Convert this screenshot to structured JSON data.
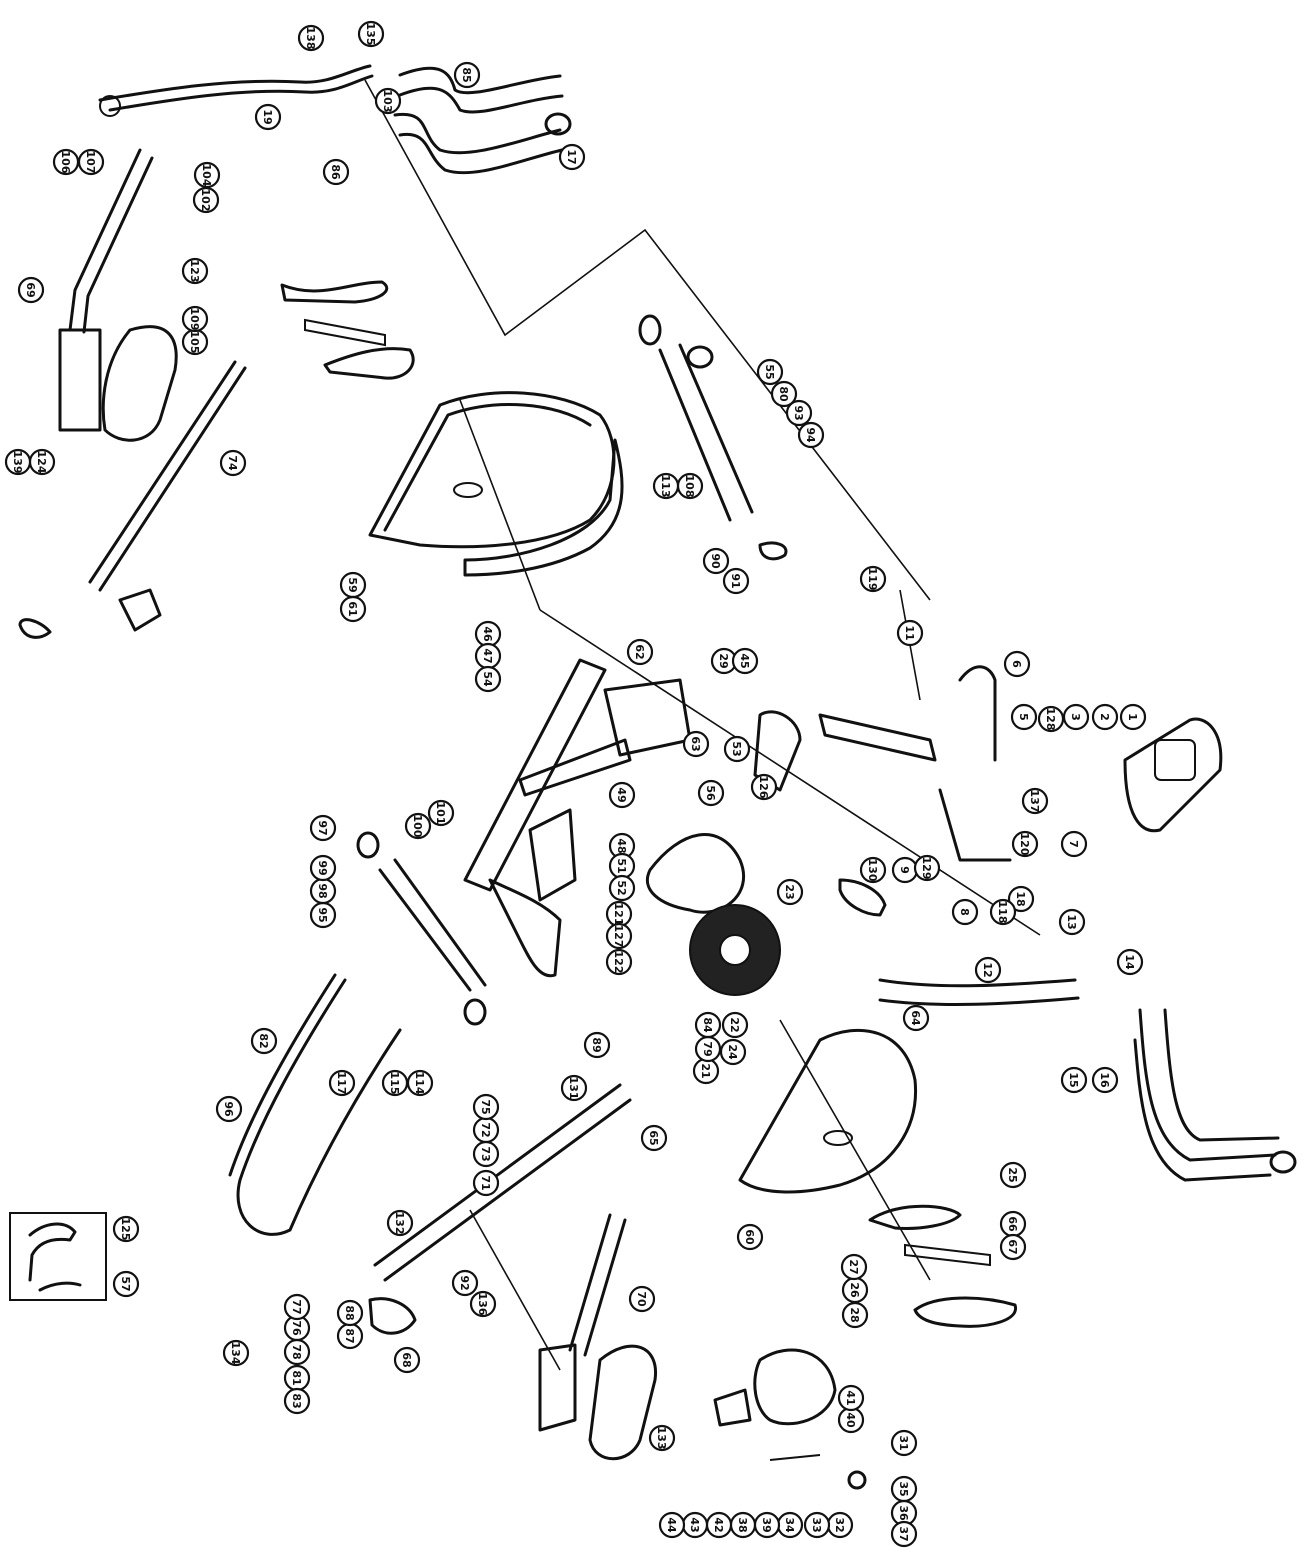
{
  "diagram": {
    "title": "",
    "callouts": [
      {
        "label": "1"
      },
      {
        "label": "2"
      },
      {
        "label": "3"
      },
      {
        "label": "5"
      },
      {
        "label": "6"
      },
      {
        "label": "7"
      },
      {
        "label": "8"
      },
      {
        "label": "9"
      },
      {
        "label": "11"
      },
      {
        "label": "12"
      },
      {
        "label": "13"
      },
      {
        "label": "14"
      },
      {
        "label": "15"
      },
      {
        "label": "16"
      },
      {
        "label": "17"
      },
      {
        "label": "18"
      },
      {
        "label": "19"
      },
      {
        "label": "21"
      },
      {
        "label": "22"
      },
      {
        "label": "23"
      },
      {
        "label": "24"
      },
      {
        "label": "25"
      },
      {
        "label": "26"
      },
      {
        "label": "27"
      },
      {
        "label": "28"
      },
      {
        "label": "29"
      },
      {
        "label": "31"
      },
      {
        "label": "32"
      },
      {
        "label": "33"
      },
      {
        "label": "34"
      },
      {
        "label": "35"
      },
      {
        "label": "36"
      },
      {
        "label": "37"
      },
      {
        "label": "38"
      },
      {
        "label": "39"
      },
      {
        "label": "40"
      },
      {
        "label": "41"
      },
      {
        "label": "42"
      },
      {
        "label": "43"
      },
      {
        "label": "44"
      },
      {
        "label": "45"
      },
      {
        "label": "46"
      },
      {
        "label": "47"
      },
      {
        "label": "48"
      },
      {
        "label": "49"
      },
      {
        "label": "51"
      },
      {
        "label": "52"
      },
      {
        "label": "53"
      },
      {
        "label": "54"
      },
      {
        "label": "55"
      },
      {
        "label": "56"
      },
      {
        "label": "57"
      },
      {
        "label": "59"
      },
      {
        "label": "60"
      },
      {
        "label": "61"
      },
      {
        "label": "62"
      },
      {
        "label": "63"
      },
      {
        "label": "64"
      },
      {
        "label": "65"
      },
      {
        "label": "66"
      },
      {
        "label": "67"
      },
      {
        "label": "68"
      },
      {
        "label": "69"
      },
      {
        "label": "70"
      },
      {
        "label": "71"
      },
      {
        "label": "72"
      },
      {
        "label": "73"
      },
      {
        "label": "74"
      },
      {
        "label": "75"
      },
      {
        "label": "76"
      },
      {
        "label": "77"
      },
      {
        "label": "78"
      },
      {
        "label": "79"
      },
      {
        "label": "80"
      },
      {
        "label": "81"
      },
      {
        "label": "82"
      },
      {
        "label": "83"
      },
      {
        "label": "84"
      },
      {
        "label": "85"
      },
      {
        "label": "86"
      },
      {
        "label": "87"
      },
      {
        "label": "88"
      },
      {
        "label": "89"
      },
      {
        "label": "90"
      },
      {
        "label": "91"
      },
      {
        "label": "92"
      },
      {
        "label": "93"
      },
      {
        "label": "94"
      },
      {
        "label": "95"
      },
      {
        "label": "96"
      },
      {
        "label": "97"
      },
      {
        "label": "98"
      },
      {
        "label": "99"
      },
      {
        "label": "100"
      },
      {
        "label": "101"
      },
      {
        "label": "102"
      },
      {
        "label": "103"
      },
      {
        "label": "104"
      },
      {
        "label": "105"
      },
      {
        "label": "106"
      },
      {
        "label": "107"
      },
      {
        "label": "108"
      },
      {
        "label": "109"
      },
      {
        "label": "113"
      },
      {
        "label": "114"
      },
      {
        "label": "115"
      },
      {
        "label": "117"
      },
      {
        "label": "118"
      },
      {
        "label": "119"
      },
      {
        "label": "120"
      },
      {
        "label": "121"
      },
      {
        "label": "122"
      },
      {
        "label": "123"
      },
      {
        "label": "124"
      },
      {
        "label": "125"
      },
      {
        "label": "126"
      },
      {
        "label": "127"
      },
      {
        "label": "128"
      },
      {
        "label": "129"
      },
      {
        "label": "130"
      },
      {
        "label": "131"
      },
      {
        "label": "132"
      },
      {
        "label": "133"
      },
      {
        "label": "134"
      },
      {
        "label": "135"
      },
      {
        "label": "136"
      },
      {
        "label": "137"
      },
      {
        "label": "138"
      },
      {
        "label": "139"
      }
    ]
  }
}
